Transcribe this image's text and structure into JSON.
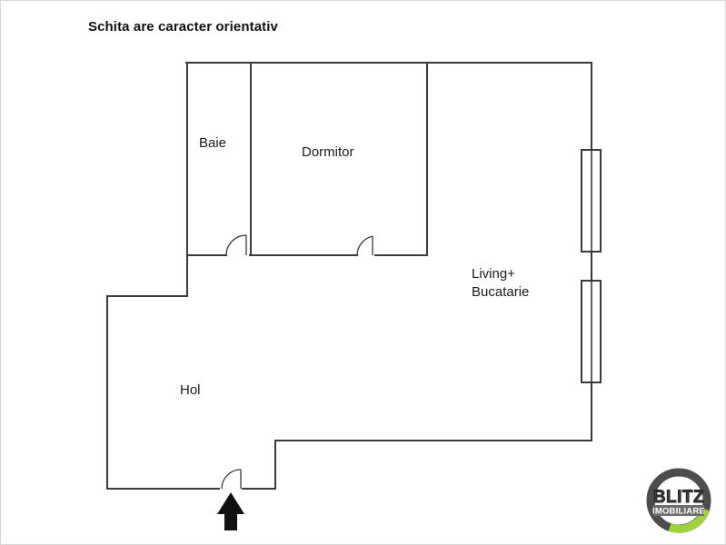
{
  "page": {
    "title_note": "Schita are caracter orientativ",
    "background_color": "#ffffff",
    "border_color": "#d8d8d8",
    "wall_color": "#3a3a3a",
    "text_color": "#1a1a1a"
  },
  "rooms": [
    {
      "id": "baie",
      "label": "Baie"
    },
    {
      "id": "dormitor",
      "label": "Dormitor"
    },
    {
      "id": "living",
      "label_line1": "Living+",
      "label_line2": "Bucatarie"
    },
    {
      "id": "hol",
      "label": "Hol"
    }
  ],
  "features": {
    "windows": [
      {
        "id": "window-upper-right",
        "orientation": "vertical"
      },
      {
        "id": "window-lower-right",
        "orientation": "vertical"
      }
    ],
    "doors": [
      {
        "id": "door-baie"
      },
      {
        "id": "door-dormitor"
      },
      {
        "id": "door-entrance"
      }
    ],
    "entrance_arrow": {
      "id": "entrance-arrow",
      "direction": "up"
    }
  },
  "logo": {
    "name_primary": "BLITZ",
    "name_secondary": "IMOBILIARE",
    "ring_color": "#4d4d4d",
    "accent_color": "#9fd23c",
    "band_color": "#6e6e6e"
  }
}
